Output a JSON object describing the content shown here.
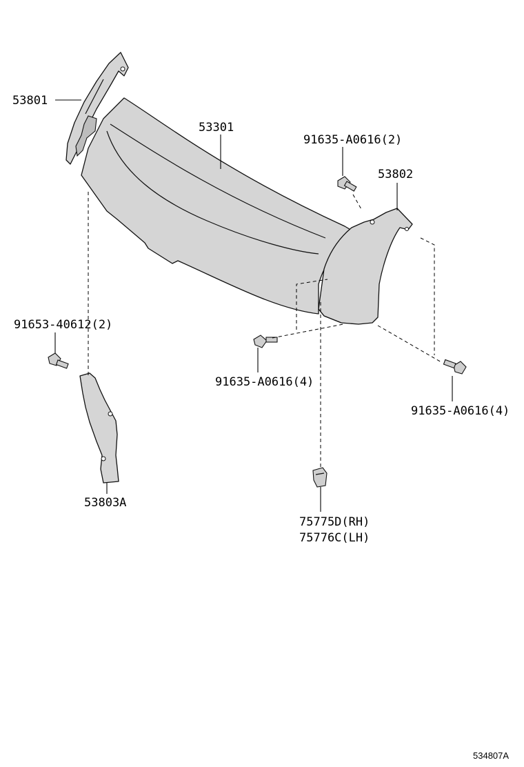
{
  "diagram_id": "534807A",
  "labels": {
    "p53801": "53801",
    "p53301": "53301",
    "p53802": "53802",
    "p53803a": "53803A",
    "bolt_top": "91635-A0616(2)",
    "bolt_left": "91653-40612(2)",
    "bolt_mid": "91635-A0616(4)",
    "bolt_right": "91635-A0616(4)",
    "clip_rh": "75775D(RH)",
    "clip_lh": "75776C(LH)"
  }
}
